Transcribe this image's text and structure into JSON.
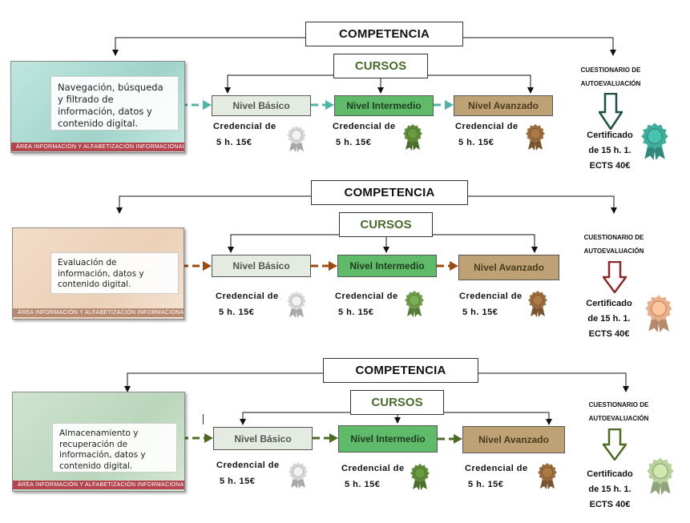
{
  "colors": {
    "teal": "#4fb3a5",
    "brown": "#9b4a10",
    "olive": "#4d6b24",
    "band_red": "#b4454f",
    "basic_fill": "#e4ece1",
    "intermediate_fill": "#5fba6a",
    "advanced_fill": "#bea275"
  },
  "rows": [
    {
      "competencia": "COMPETENCIA",
      "cursos": "CURSOS",
      "card_text": "Navegación, búsqueda y filtrado de información, datos y contenido digital.",
      "card_band": "ÁREA INFORMACIÓN Y ALFABETIZACIÓN INFORMACIONAL",
      "arrow_color": "#4fb3a5",
      "quiz_line1": "CUESTIONARIO DE",
      "quiz_line2": "AUTOEVALUACIÓN",
      "cert_line1": "Certificado",
      "cert_line2": "de 15 h. 1.",
      "cert_line3": "ECTS 40€",
      "cert_icon": "ribbon-rosette-icon",
      "cert_color": "#3fae9c",
      "levels": [
        {
          "label": "Nivel Básico",
          "cred1": "Credencial de",
          "cred2": "5 h. 15€",
          "badge_color": "#d8d8d8"
        },
        {
          "label": "Nivel Intermedio",
          "cred1": "Credencial de",
          "cred2": "5 h. 15€",
          "badge_color": "#5f8a3a"
        },
        {
          "label": "Nivel Avanzado",
          "cred1": "Credencial de",
          "cred2": "5 h. 15€",
          "badge_color": "#9a6b3d"
        }
      ]
    },
    {
      "competencia": "COMPETENCIA",
      "cursos": "CURSOS",
      "card_text": "Evaluación de información, datos y contenido digital.",
      "card_band": "ÁREA INFORMACIÓN Y ALFABETIZACIÓN INFORMACIONAL",
      "arrow_color": "#9b4a10",
      "quiz_line1": "CUESTIONARIO DE",
      "quiz_line2": "AUTOEVALUACIÓN",
      "cert_line1": "Certificado",
      "cert_line2": "de 15 h. 1.",
      "cert_line3": "ECTS 40€",
      "cert_icon": "ribbon-rosette-icon",
      "cert_color": "#e8b08a",
      "levels": [
        {
          "label": "Nivel Básico",
          "cred1": "Credencial de",
          "cred2": "5 h. 15€",
          "badge_color": "#d8d8d8"
        },
        {
          "label": "Nivel Intermedio",
          "cred1": "Credencial de",
          "cred2": "5 h. 15€",
          "badge_color": "#6f9b4a"
        },
        {
          "label": "Nivel Avanzado",
          "cred1": "Credencial de",
          "cred2": "5 h. 15€",
          "badge_color": "#9a6b3d"
        }
      ]
    },
    {
      "competencia": "COMPETENCIA",
      "cursos": "CURSOS",
      "card_text": "Almacenamiento y recuperación de información, datos y contenido digital.",
      "card_band": "ÁREA INFORMACIÓN Y ALFABETIZACIÓN INFORMACIONAL",
      "arrow_color": "#4d6b24",
      "quiz_line1": "CUESTIONARIO DE",
      "quiz_line2": "AUTOEVALUACIÓN",
      "cert_line1": "Certificado",
      "cert_line2": "de 15 h. 1.",
      "cert_line3": "ECTS 40€",
      "cert_icon": "ribbon-rosette-icon",
      "cert_color": "#b9d19c",
      "levels": [
        {
          "label": "Nivel Básico",
          "cred1": "Credencial de",
          "cred2": "5 h. 15€",
          "badge_color": "#d8d8d8"
        },
        {
          "label": "Nivel Intermedio",
          "cred1": "Credencial de",
          "cred2": "5 h. 15€",
          "badge_color": "#5f8a3a"
        },
        {
          "label": "Nivel Avanzado",
          "cred1": "Credencial de",
          "cred2": "5 h. 15€",
          "badge_color": "#9a6b3d"
        }
      ]
    }
  ]
}
